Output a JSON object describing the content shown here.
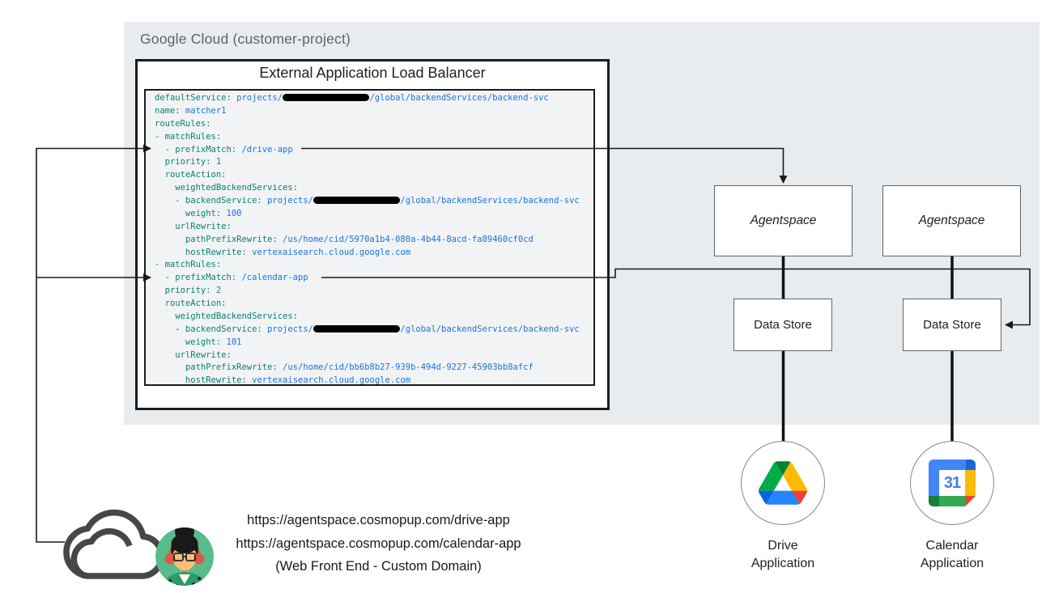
{
  "region": {
    "label": "Google Cloud (customer-project)"
  },
  "load_balancer": {
    "title": "External Application Load Balancer"
  },
  "code": {
    "lines": [
      [
        [
          "k",
          "defaultService:"
        ],
        [
          "v",
          " projects/"
        ],
        [
          "r",
          17
        ],
        [
          "v",
          "/global/backendServices/backend-svc"
        ]
      ],
      [
        [
          "k",
          "name:"
        ],
        [
          "v",
          " matcher1"
        ]
      ],
      [
        [
          "k",
          "routeRules:"
        ]
      ],
      [
        [
          "k",
          "- matchRules:"
        ]
      ],
      [
        [
          "k",
          "  - prefixMatch:"
        ],
        [
          "v",
          " /drive-app"
        ]
      ],
      [
        [
          "k",
          "  priority:"
        ],
        [
          "v",
          " 1"
        ]
      ],
      [
        [
          "k",
          "  routeAction:"
        ]
      ],
      [
        [
          "k",
          "    weightedBackendServices:"
        ]
      ],
      [
        [
          "k",
          "    - backendService:"
        ],
        [
          "v",
          " projects/"
        ],
        [
          "r",
          17
        ],
        [
          "v",
          "/global/backendServices/backend-svc"
        ]
      ],
      [
        [
          "k",
          "      weight:"
        ],
        [
          "v",
          " 100"
        ]
      ],
      [
        [
          "k",
          "    urlRewrite:"
        ]
      ],
      [
        [
          "k",
          "      pathPrefixRewrite:"
        ],
        [
          "v",
          " /us/home/cid/5970a1b4-080a-4b44-8acd-fa89460cf0cd"
        ]
      ],
      [
        [
          "k",
          "      hostRewrite:"
        ],
        [
          "v",
          " vertexaisearch.cloud.google.com"
        ]
      ],
      [
        [
          "k",
          "- matchRules:"
        ]
      ],
      [
        [
          "k",
          "  - prefixMatch:"
        ],
        [
          "v",
          " /calendar-app"
        ]
      ],
      [
        [
          "k",
          "  priority:"
        ],
        [
          "v",
          " 2"
        ]
      ],
      [
        [
          "k",
          "  routeAction:"
        ]
      ],
      [
        [
          "k",
          "    weightedBackendServices:"
        ]
      ],
      [
        [
          "k",
          "    - backendService:"
        ],
        [
          "v",
          " projects/"
        ],
        [
          "r",
          17
        ],
        [
          "v",
          "/global/backendServices/backend-svc"
        ]
      ],
      [
        [
          "k",
          "      weight:"
        ],
        [
          "v",
          " 101"
        ]
      ],
      [
        [
          "k",
          "    urlRewrite:"
        ]
      ],
      [
        [
          "k",
          "      pathPrefixRewrite:"
        ],
        [
          "v",
          " /us/home/cid/bb6b8b27-939b-494d-9227-45903bb8afcf"
        ]
      ],
      [
        [
          "k",
          "      hostRewrite:"
        ],
        [
          "v",
          " vertexaisearch.cloud.google.com"
        ]
      ]
    ]
  },
  "agentspace_boxes": [
    {
      "label": "Agentspace"
    },
    {
      "label": "Agentspace"
    }
  ],
  "data_stores": [
    {
      "label": "Data Store"
    },
    {
      "label": "Data Store"
    }
  ],
  "apps": [
    {
      "line1": "Drive",
      "line2": "Application",
      "icon": "google-drive-icon"
    },
    {
      "line1": "Calendar",
      "line2": "Application",
      "icon": "google-calendar-icon",
      "calendar_day": "31"
    }
  ],
  "frontend": {
    "url_drive": "https://agentspace.cosmopup.com/drive-app",
    "url_calendar": "https://agentspace.cosmopup.com/calendar-app",
    "caption": "(Web Front End - Custom Domain)",
    "icons": [
      "cloud-icon",
      "user-avatar-icon"
    ]
  },
  "colors": {
    "panel_bg": "#e8ecef",
    "code_bg": "#f1f3f4",
    "code_key_teal": "#0b8073",
    "code_value_blue": "#1a73e8",
    "connector_line": "#1a1a1a",
    "avatar_bg": "#57bb8a",
    "calendar_blue": "#4285f4",
    "calendar_dark_blue": "#1967d2",
    "calendar_yellow": "#fbbc04",
    "calendar_green": "#34a853",
    "calendar_red": "#ea4335"
  }
}
